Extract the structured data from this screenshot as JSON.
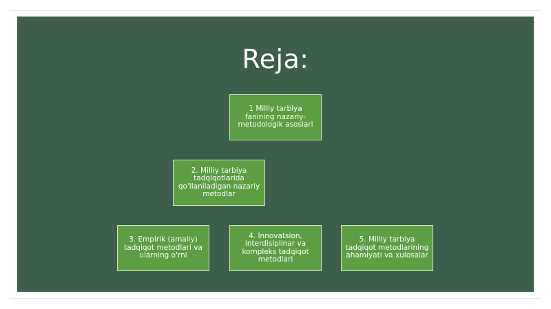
{
  "slide": {
    "title": "Reja:",
    "background_color": "#3e5e4c",
    "box_color": "#5b9f42",
    "items": [
      {
        "label": "1 Milliy tarbiya fanining nazariy-metodologik asoslari"
      },
      {
        "label": "2. Milliy tarbiya tadqiqotlarida qo'llaniladigan nazariy metodlar"
      },
      {
        "label": "3. Empirik (amaliy) tadqiqot metodlari va ularning o'rni"
      },
      {
        "label": "4. Innovatsion, interdisiplinar va kompleks tadqiqot metodlari"
      },
      {
        "label": "5. Milliy tarbiya tadqiqot metodlarining ahamiyati va xulosalar"
      }
    ]
  }
}
